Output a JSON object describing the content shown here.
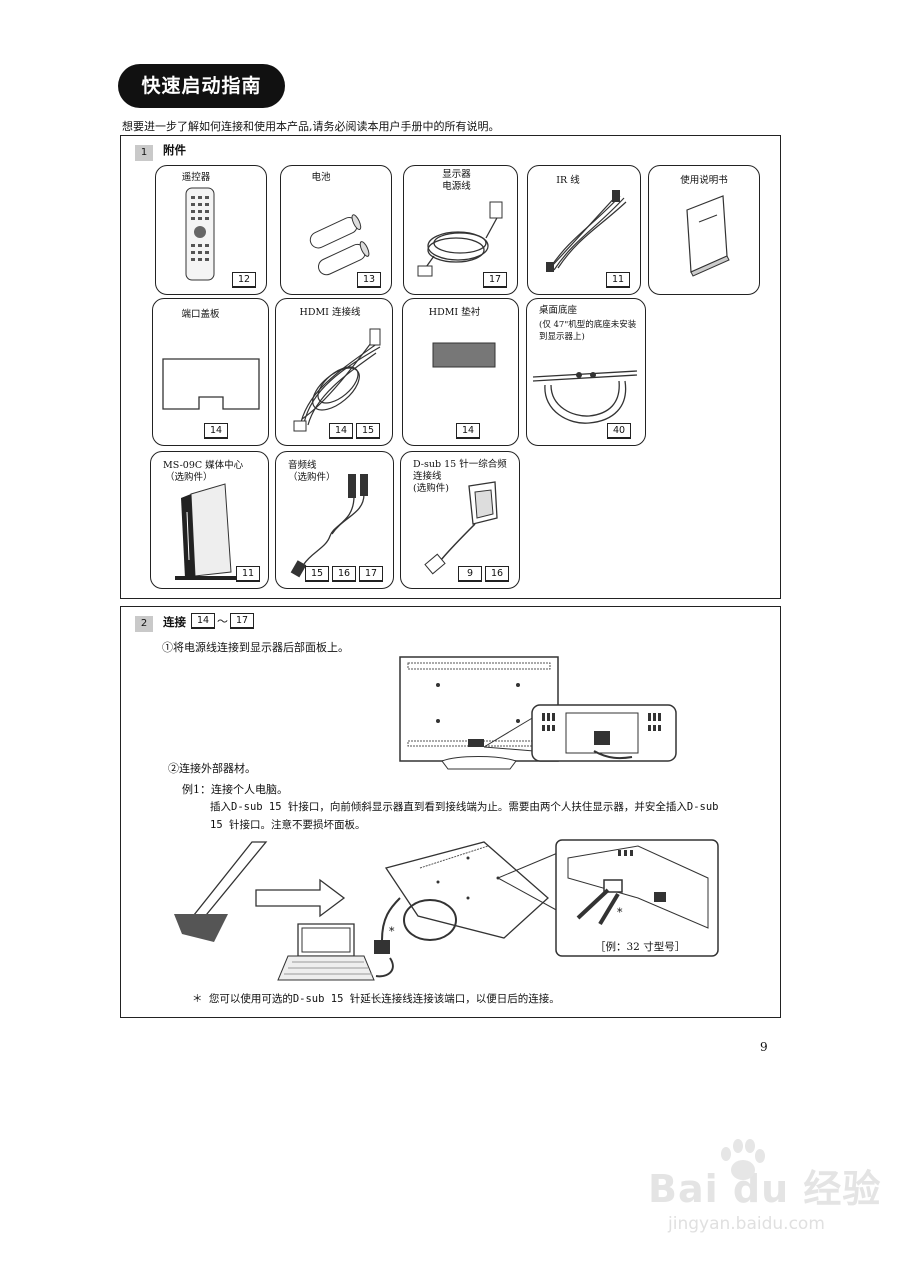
{
  "header": {
    "title": "快速启动指南",
    "intro": "想要进一步了解如何连接和使用本产品,请务必阅读本用户手册中的所有说明。"
  },
  "section1": {
    "number": "1",
    "title": "附件",
    "items": [
      {
        "label": "遥控器",
        "pages": [
          "12"
        ]
      },
      {
        "label": "电池",
        "pages": [
          "13"
        ]
      },
      {
        "label_line1": "显示器",
        "label_line2": "电源线",
        "pages": [
          "17"
        ]
      },
      {
        "label": "IR 线",
        "pages": [
          "11"
        ]
      },
      {
        "label": "使用说明书",
        "pages": []
      },
      {
        "label": "端口盖板",
        "pages": [
          "14"
        ]
      },
      {
        "label": "HDMI 连接线",
        "pages": [
          "14",
          "15"
        ]
      },
      {
        "label": "HDMI 垫衬",
        "pages": [
          "14"
        ]
      },
      {
        "label": "桌面底座",
        "note_line1": "(仅 47\"机型的底座未安装",
        "note_line2": "到显示器上)",
        "pages": [
          "40"
        ]
      },
      {
        "label_line1": "MS-09C 媒体中心",
        "label_line2": "（选购件）",
        "pages": [
          "11"
        ]
      },
      {
        "label_line1": "音频线",
        "label_line2": "（选购件）",
        "pages": [
          "15",
          "16",
          "17"
        ]
      },
      {
        "label_line1": "D-sub 15 针一综合频",
        "label_line2": "连接线",
        "label_line3": "(选购件)",
        "pages": [
          "9",
          "16"
        ]
      }
    ]
  },
  "section2": {
    "number": "2",
    "title": "连接",
    "ref_start": "14",
    "ref_sep": "～",
    "ref_end": "17",
    "step1": "①将电源线连接到显示器后部面板上。",
    "step2": "②连接外部器材。",
    "example1_title": "例1：连接个人电脑。",
    "example1_line1": "插入D-sub 15 针接口，向前倾斜显示器直到看到接线端为止。需要由两个人扶住显示器，并安全插入D-sub",
    "example1_line2": "15 针接口。注意不要损坏面板。",
    "asterisk": "*",
    "example_caption": "［例：32 寸型号］",
    "footnote": "＊ 您可以使用可选的D-sub 15 针延长连接线连接该端口，以便日后的连接。"
  },
  "page_number": "9",
  "watermark": {
    "brand": "Bai du 经验",
    "url": "jingyan.baidu.com"
  }
}
